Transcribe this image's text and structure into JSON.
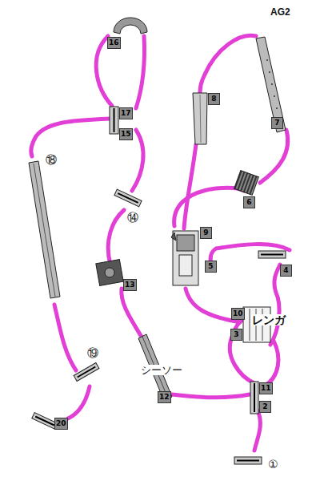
{
  "diagram": {
    "labels": [
      "AG2",
      "16",
      "17",
      "15",
      "8",
      "7",
      "⑱",
      "6",
      "⑭",
      "9",
      "5",
      "4",
      "13",
      "10",
      "3",
      "レンガ",
      "シーソー",
      "11",
      "2",
      "⑲",
      "12",
      "20",
      "①"
    ]
  }
}
